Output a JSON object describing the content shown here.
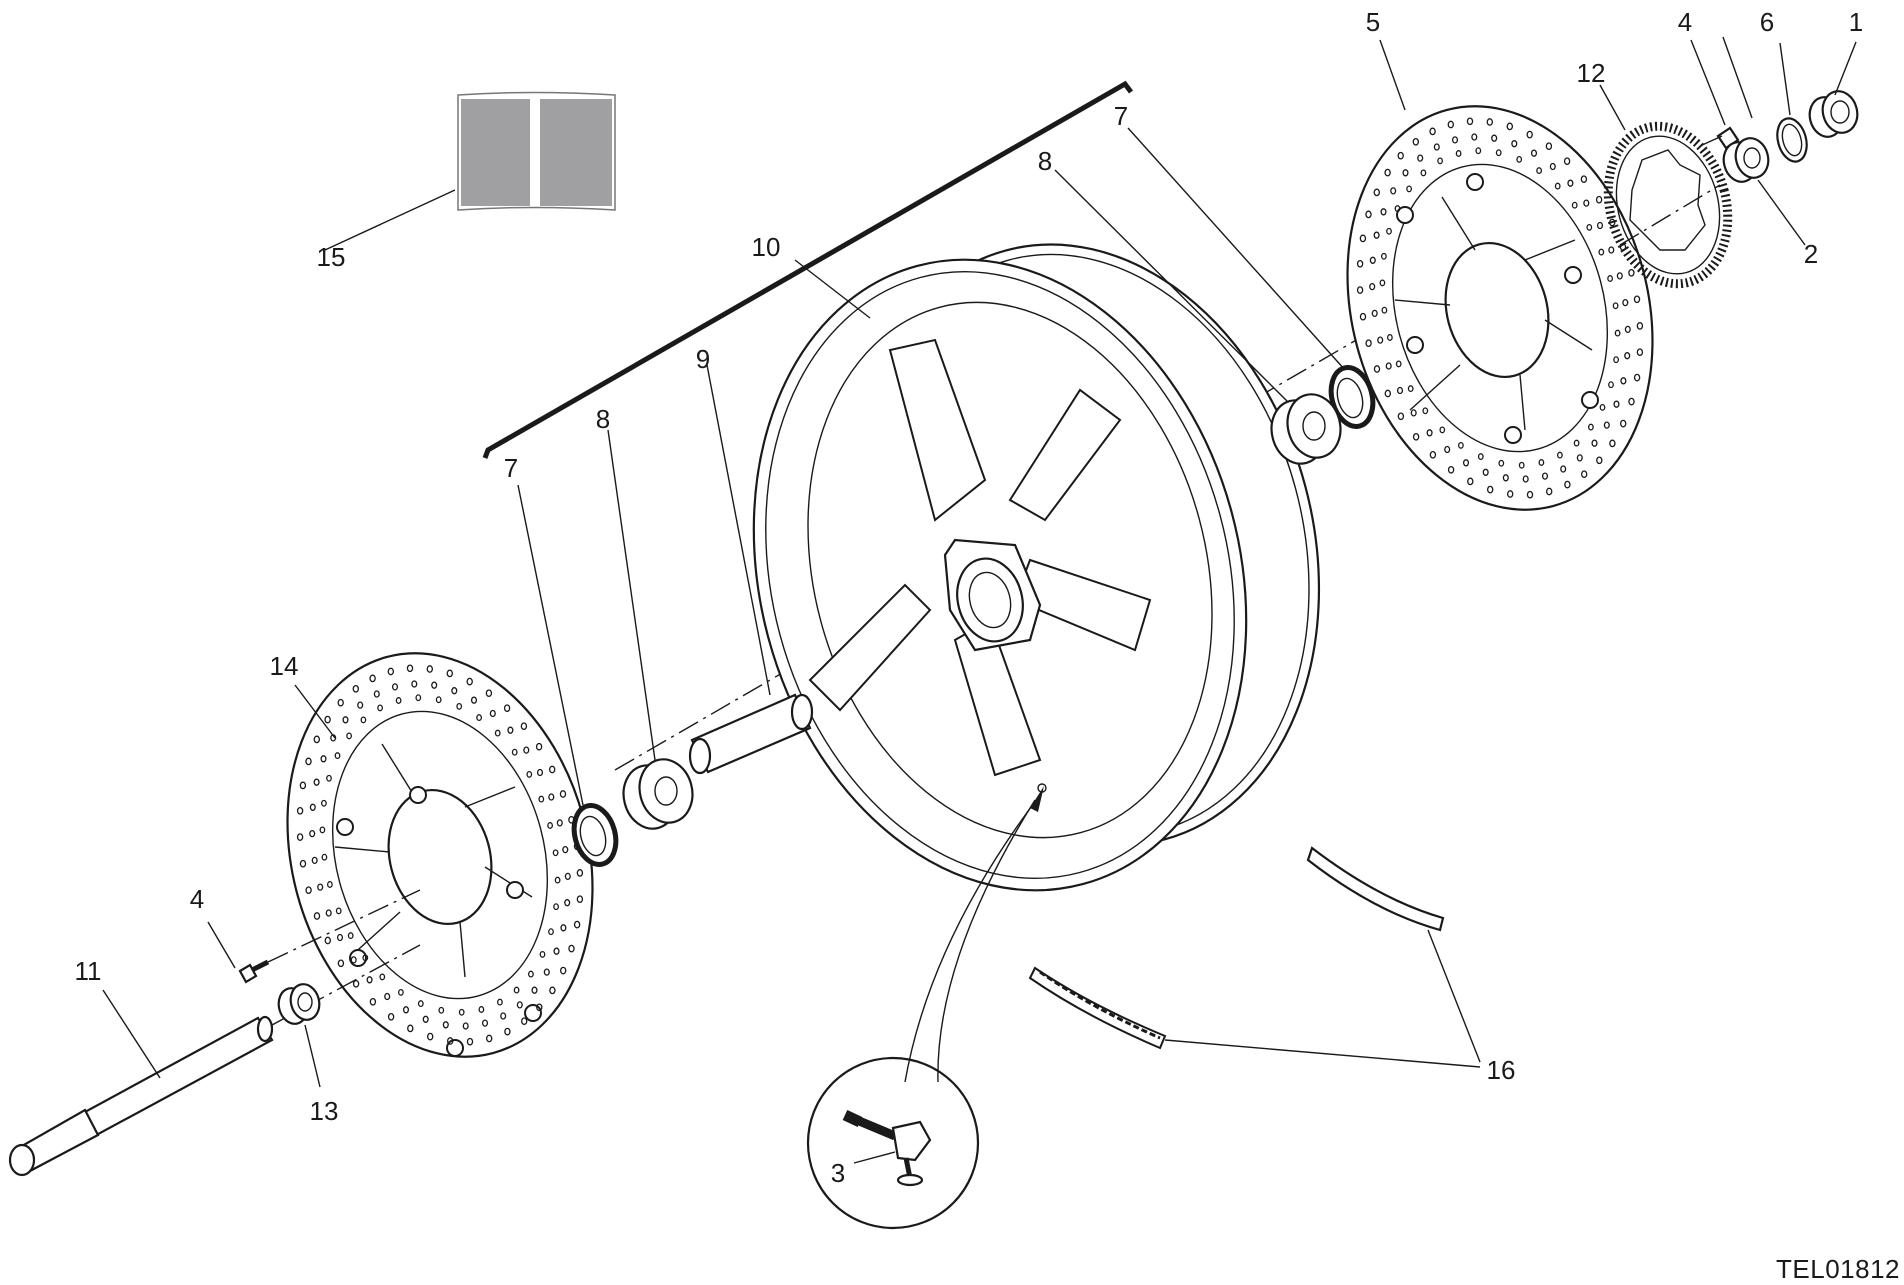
{
  "drawing_code": "TEL01812",
  "callouts": {
    "c1": "1",
    "c2": "2",
    "c3": "3",
    "c4_top": "4",
    "c4_left": "4",
    "c5": "5",
    "c6": "6",
    "c7_right": "7",
    "c7_left": "7",
    "c8_right": "8",
    "c8_left": "8",
    "c9": "9",
    "c10": "10",
    "c11": "11",
    "c12": "12",
    "c13": "13",
    "c14": "14",
    "c15": "15",
    "c16": "16"
  },
  "colors": {
    "line": "#1a1a1a",
    "sticker_fill": "#a0a0a2",
    "background": "#ffffff"
  }
}
